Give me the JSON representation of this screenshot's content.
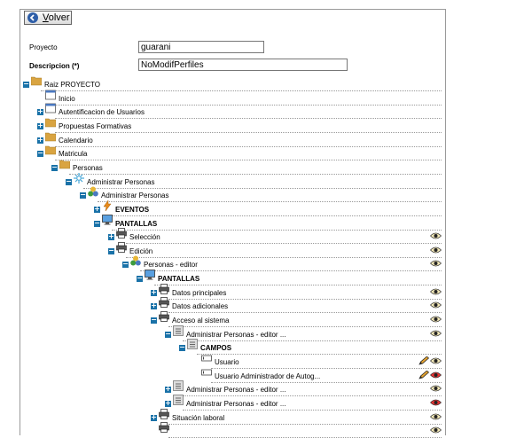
{
  "back_button": {
    "label": "Volver"
  },
  "form": {
    "proyecto": {
      "label": "Proyecto",
      "value": "guarani"
    },
    "descripcion": {
      "label": "Descripcion (*)",
      "value": "NoModifPerfiles"
    }
  },
  "tree": [
    {
      "label": "Raiz PROYECTO",
      "icon": "folder-icon",
      "toggle": "-",
      "depth": 0
    },
    {
      "label": "Inicio",
      "icon": "window-icon",
      "toggle": "",
      "depth": 1
    },
    {
      "label": "Autentificacion de Usuarios",
      "icon": "window-icon",
      "toggle": "+",
      "depth": 1
    },
    {
      "label": "Propuestas Formativas",
      "icon": "folder-icon",
      "toggle": "+",
      "depth": 1
    },
    {
      "label": "Calendario",
      "icon": "folder-icon",
      "toggle": "+",
      "depth": 1
    },
    {
      "label": "Matricula",
      "icon": "folder-icon",
      "toggle": "-",
      "depth": 1
    },
    {
      "label": "Personas",
      "icon": "folder-icon",
      "toggle": "-",
      "depth": 2
    },
    {
      "label": "Administrar Personas",
      "icon": "gear-icon",
      "toggle": "-",
      "depth": 3
    },
    {
      "label": "Administrar Personas",
      "icon": "component-icon",
      "toggle": "-",
      "depth": 4
    },
    {
      "label": "EVENTOS",
      "icon": "lightning-icon",
      "toggle": "+",
      "depth": 5,
      "bold": true
    },
    {
      "label": "PANTALLAS",
      "icon": "monitor-icon",
      "toggle": "-",
      "depth": 5,
      "bold": true
    },
    {
      "label": "Selección",
      "icon": "printer-icon",
      "toggle": "+",
      "depth": 6,
      "action": "eye"
    },
    {
      "label": "Edición",
      "icon": "printer-icon",
      "toggle": "-",
      "depth": 6,
      "action": "eye"
    },
    {
      "label": "Personas - editor",
      "icon": "component-icon",
      "toggle": "-",
      "depth": 7,
      "action": "eye"
    },
    {
      "label": "PANTALLAS",
      "icon": "monitor-icon",
      "toggle": "-",
      "depth": 8,
      "bold": true
    },
    {
      "label": "Datos principales",
      "icon": "printer-icon",
      "toggle": "+",
      "depth": 9,
      "action": "eye"
    },
    {
      "label": "Datos adicionales",
      "icon": "printer-icon",
      "toggle": "+",
      "depth": 9,
      "action": "eye"
    },
    {
      "label": "Acceso al sistema",
      "icon": "printer-icon",
      "toggle": "-",
      "depth": 9,
      "action": "eye"
    },
    {
      "label": "Administrar Personas - editor ...",
      "icon": "form-icon",
      "toggle": "-",
      "depth": 10,
      "action": "eye"
    },
    {
      "label": "CAMPOS",
      "icon": "form-icon",
      "toggle": "-",
      "depth": 11,
      "bold": true
    },
    {
      "label": "Usuario",
      "icon": "field-icon",
      "toggle": "",
      "depth": 12,
      "action": "edit-eye"
    },
    {
      "label": "Usuario Administrador de Autog...",
      "icon": "field-icon",
      "toggle": "",
      "depth": 12,
      "action": "edit-eye-hidden"
    },
    {
      "label": "Administrar Personas - editor ...",
      "icon": "form-icon",
      "toggle": "+",
      "depth": 10,
      "action": "eye"
    },
    {
      "label": "Administrar Personas - editor ...",
      "icon": "form-icon",
      "toggle": "+",
      "depth": 10,
      "action": "eye-hidden"
    },
    {
      "label": "Situación laboral",
      "icon": "printer-icon",
      "toggle": "+",
      "depth": 9,
      "action": "eye"
    },
    {
      "label": "",
      "icon": "printer-icon",
      "toggle": "",
      "depth": 9,
      "action": "eye"
    }
  ]
}
